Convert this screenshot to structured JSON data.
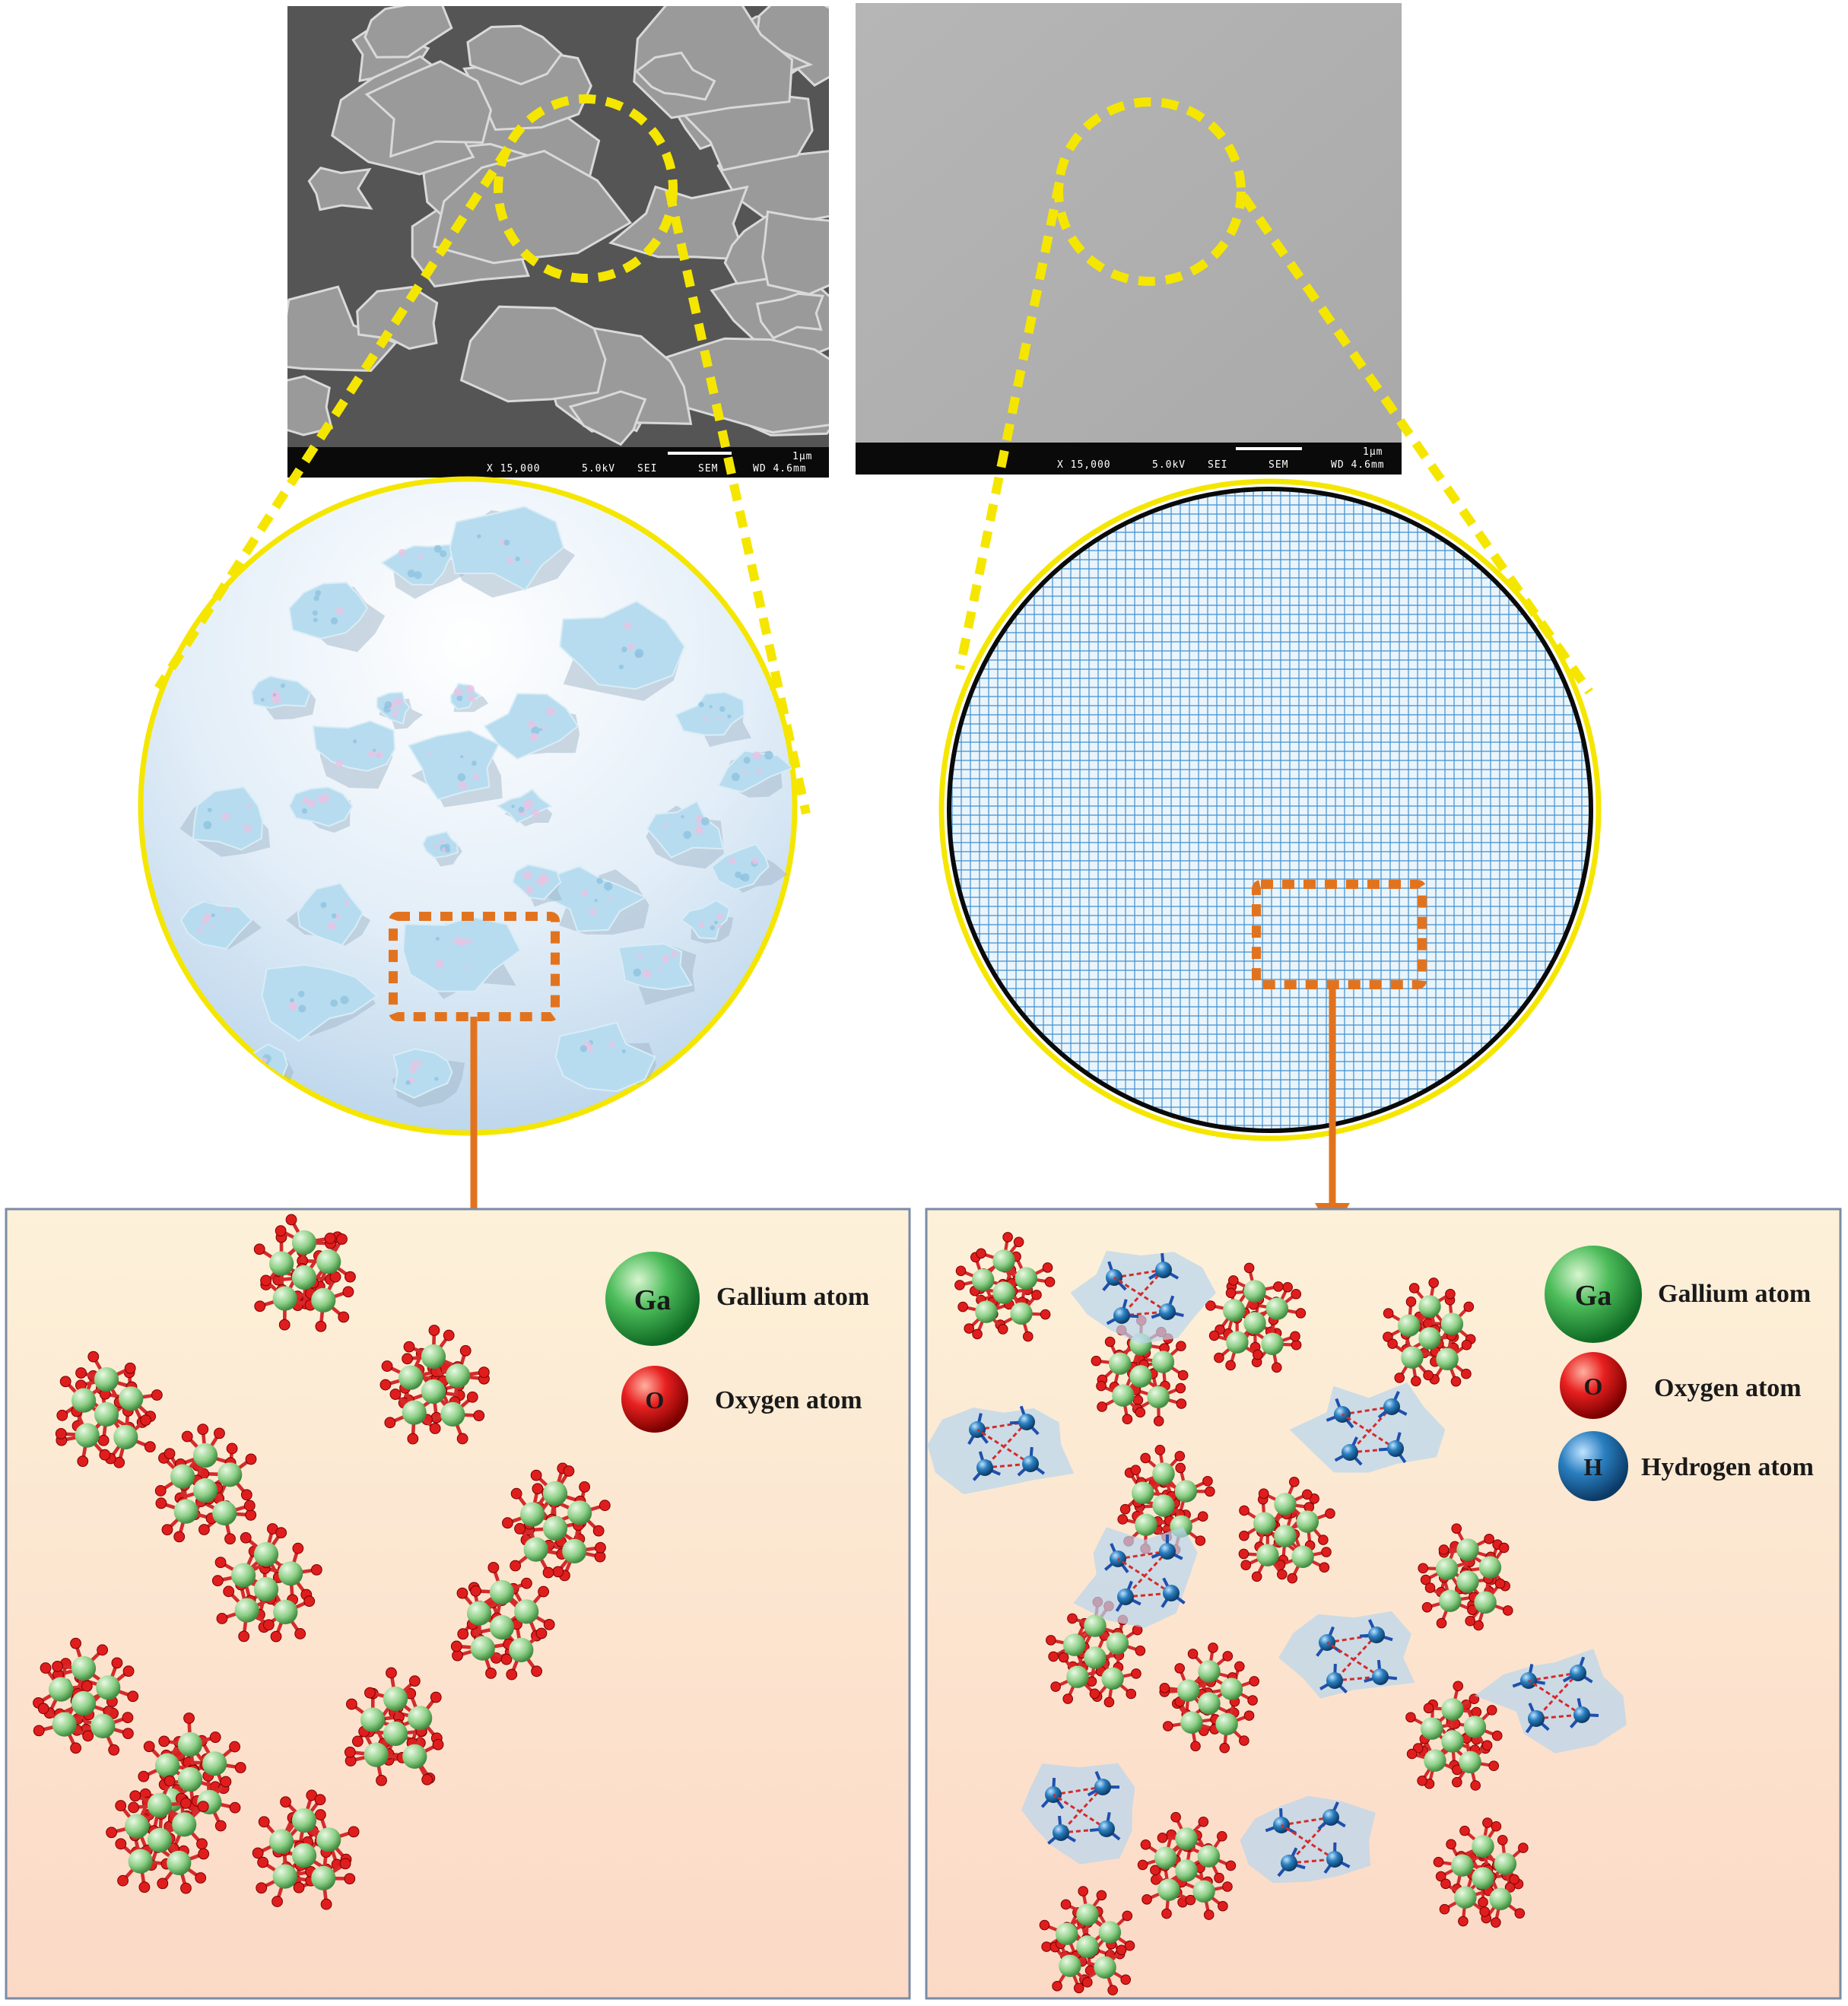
{
  "colors": {
    "yellow_outline": "#f5e600",
    "orange_box": "#e2731e",
    "gallium": "#3aa84e",
    "oxygen": "#e01d1d",
    "hydrogen": "#1f6fae",
    "panel_bg_top": "#fdf0d8",
    "panel_bg_bottom": "#fbdcc8",
    "grid_line": "#3f8fcf"
  },
  "sem_left": {
    "mag": "X 15,000",
    "kv": "5.0kV",
    "mode": "SEI",
    "device": "SEM",
    "wd": "WD 4.6mm",
    "scale": "1μm"
  },
  "sem_right": {
    "mag": "X 15,000",
    "kv": "5.0kV",
    "mode": "SEI",
    "device": "SEM",
    "wd": "WD 4.6mm",
    "scale": "1μm"
  },
  "legend_left": [
    {
      "symbol": "Ga",
      "label": "Gallium atom",
      "color": "#3aa84e"
    },
    {
      "symbol": "O",
      "label": "Oxygen atom",
      "color": "#e01d1d"
    }
  ],
  "legend_right": [
    {
      "symbol": "Ga",
      "label": "Gallium atom",
      "color": "#3aa84e"
    },
    {
      "symbol": "O",
      "label": "Oxygen atom",
      "color": "#e01d1d"
    },
    {
      "symbol": "H",
      "label": "Hydrogen atom",
      "color": "#1f6fae"
    }
  ]
}
